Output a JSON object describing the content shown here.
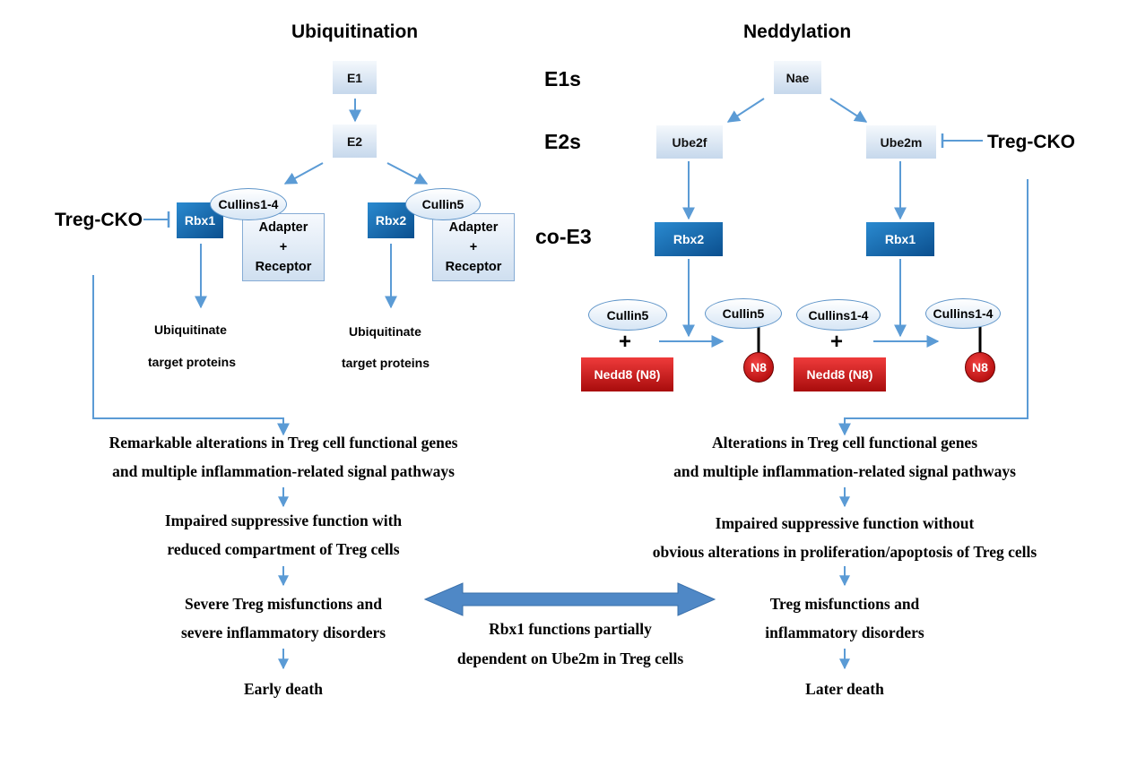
{
  "titles": {
    "left": "Ubiquitination",
    "right": "Neddylation"
  },
  "stage_labels": {
    "e1": "E1s",
    "e2": "E2s",
    "coe3": "co-E3"
  },
  "ubiquitination": {
    "e1": "E1",
    "e2": "E2",
    "treg_cko": "Treg-CKO",
    "branch1": {
      "rbx": "Rbx1",
      "cullin": "Cullins1-4",
      "adapter": [
        "Adapter",
        "+",
        "Receptor"
      ],
      "result": [
        "Ubiquitinate",
        "target proteins"
      ]
    },
    "branch2": {
      "rbx": "Rbx2",
      "cullin": "Cullin5",
      "adapter": [
        "Adapter",
        "+",
        "Receptor"
      ],
      "result": [
        "Ubiquitinate",
        "target proteins"
      ]
    }
  },
  "neddylation": {
    "e1": "Nae",
    "e2_left": "Ube2f",
    "e2_right": "Ube2m",
    "treg_cko": "Treg-CKO",
    "coe3_left": "Rbx2",
    "coe3_right": "Rbx1",
    "left_reaction": {
      "cullin": "Cullin5",
      "plus": "+",
      "nedd8": "Nedd8 (N8)",
      "product_cullin": "Cullin5",
      "product_n8": "N8"
    },
    "right_reaction": {
      "cullin": "Cullins1-4",
      "plus": "+",
      "nedd8": "Nedd8 (N8)",
      "product_cullin": "Cullins1-4",
      "product_n8": "N8"
    }
  },
  "outcomes_left": [
    [
      "Remarkable alterations in Treg cell functional genes",
      "and multiple inflammation-related signal pathways"
    ],
    [
      "Impaired suppressive function with",
      "reduced compartment of Treg cells"
    ],
    [
      "Severe Treg misfunctions and",
      "severe inflammatory disorders"
    ],
    [
      "Early death"
    ]
  ],
  "outcomes_right": [
    [
      "Alterations in Treg cell functional genes",
      "and multiple inflammation-related signal pathways"
    ],
    [
      "Impaired suppressive function without",
      "obvious alterations in proliferation/apoptosis of Treg cells"
    ],
    [
      "Treg misfunctions and",
      "inflammatory disorders"
    ],
    [
      "Later death"
    ]
  ],
  "link": [
    "Rbx1 functions partially",
    "dependent on Ube2m in Treg cells"
  ],
  "colors": {
    "arrow": "#5b9bd5",
    "double_arrow": "#4f88c6",
    "rbx_blue": "#0b5fa5",
    "nedd8_red": "#d01818",
    "light_box": "#dce8f5"
  }
}
